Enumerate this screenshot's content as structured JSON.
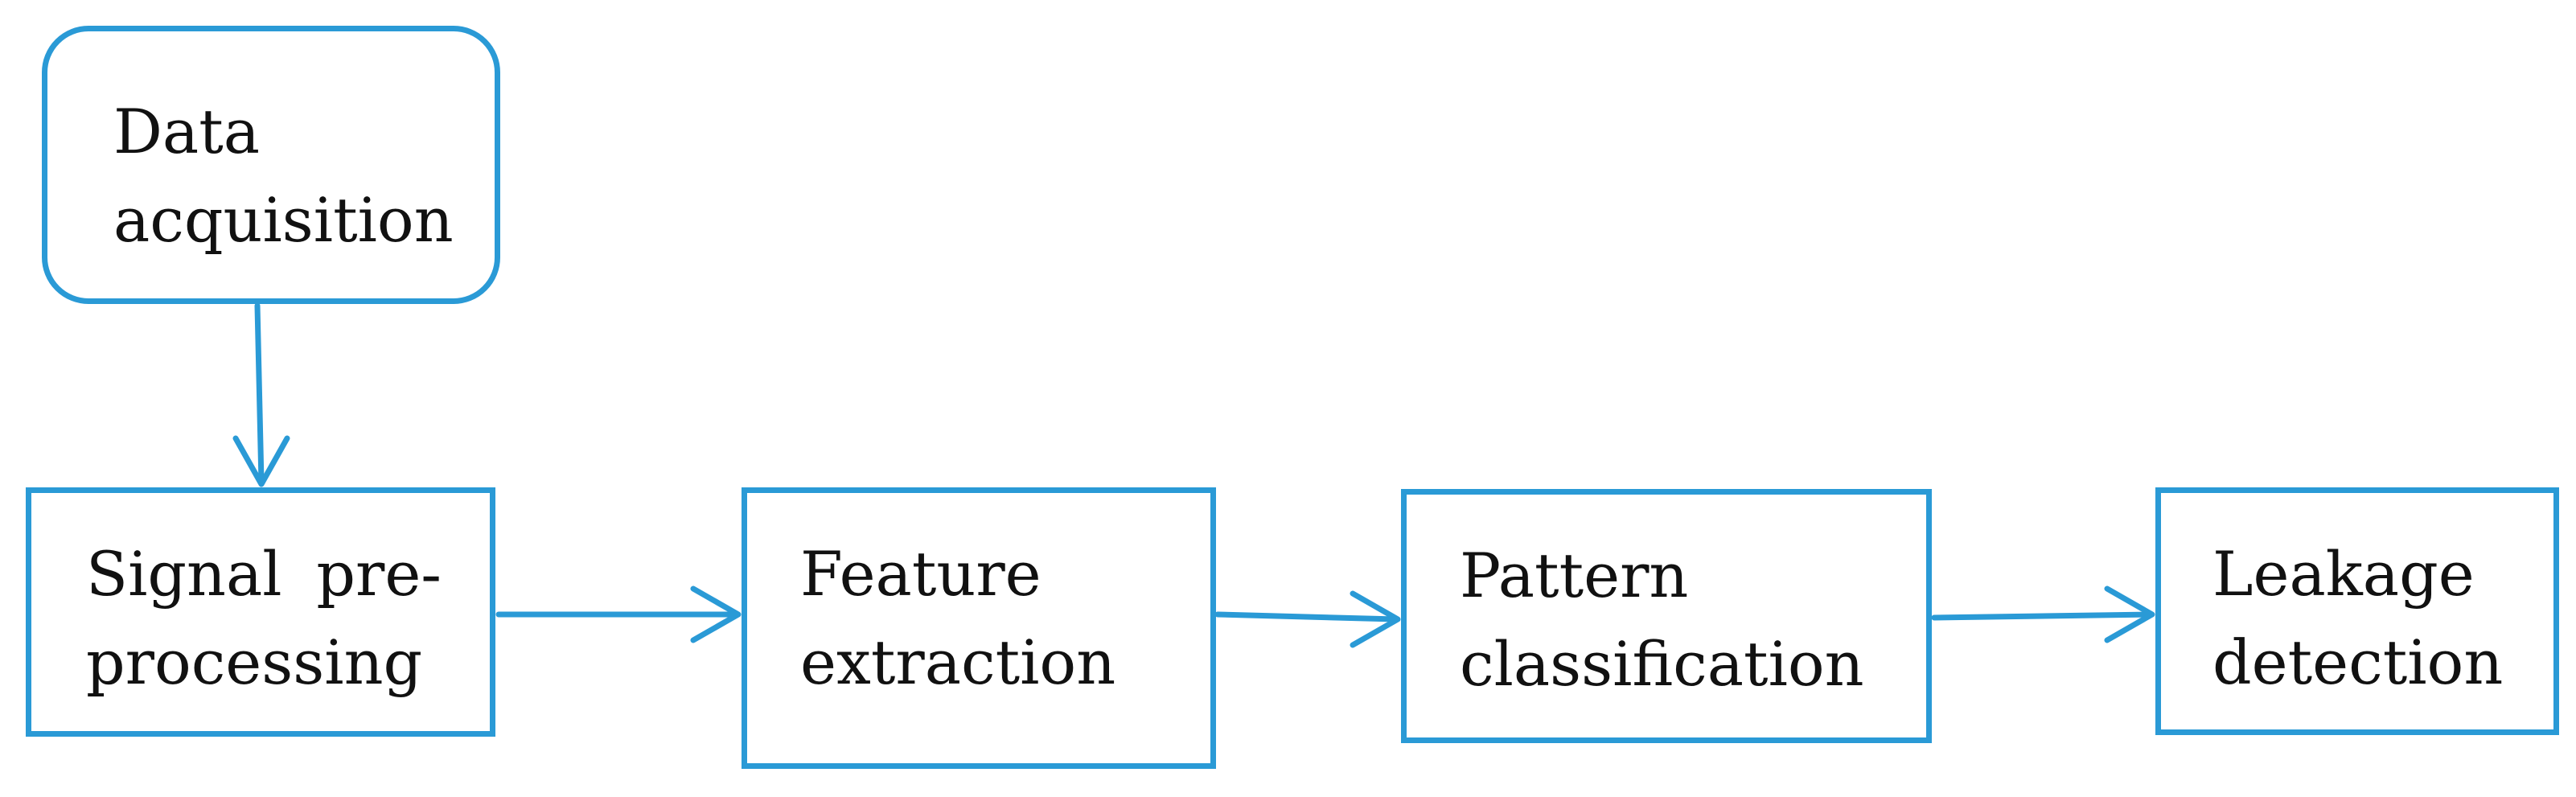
{
  "diagram": {
    "colors": {
      "stroke": "#2a9ad6",
      "text": "#111111",
      "background": "#ffffff"
    },
    "nodes": [
      {
        "id": "data-acquisition",
        "lines": [
          "Data",
          "acquisition"
        ]
      },
      {
        "id": "signal-preprocessing",
        "lines": [
          "Signal pre-",
          "processing"
        ]
      },
      {
        "id": "feature-extraction",
        "lines": [
          "Feature",
          "extraction"
        ]
      },
      {
        "id": "pattern-classification",
        "lines": [
          "Pattern",
          "classification"
        ]
      },
      {
        "id": "leakage-detection",
        "lines": [
          "Leakage",
          "detection"
        ]
      }
    ],
    "edges": [
      {
        "from": "data-acquisition",
        "to": "signal-preprocessing"
      },
      {
        "from": "signal-preprocessing",
        "to": "feature-extraction"
      },
      {
        "from": "feature-extraction",
        "to": "pattern-classification"
      },
      {
        "from": "pattern-classification",
        "to": "leakage-detection"
      }
    ]
  }
}
